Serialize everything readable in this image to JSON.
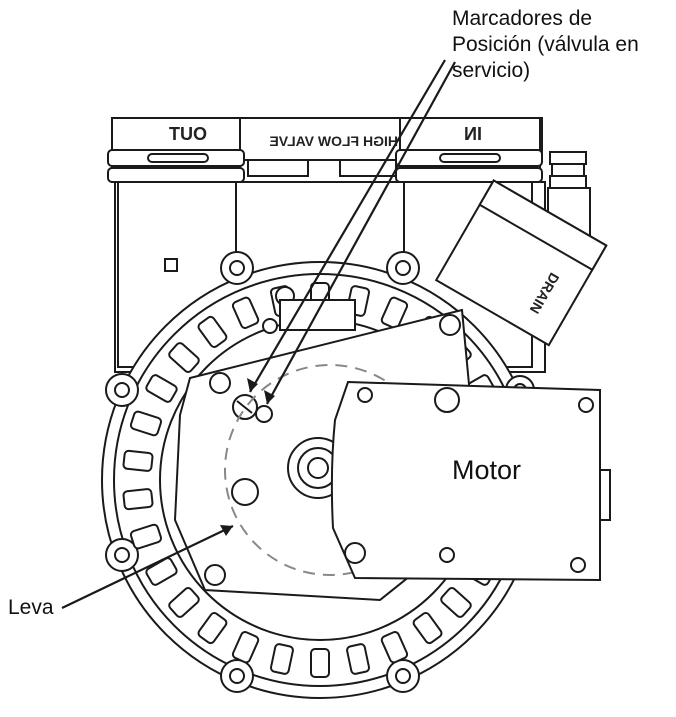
{
  "callouts": {
    "position_markers": "Marcadores de\nPosición (válvula en\nservicio)",
    "cam": "Leva",
    "motor": "Motor"
  },
  "stamped_text": {
    "out": "OUT",
    "high_flow_valve": "HIGH FLOW VALVE",
    "in": "IN",
    "drain": "DRAIN"
  },
  "colors": {
    "line": "#1a1a1a",
    "fill": "#ffffff",
    "dashed_circle": "#888888"
  }
}
